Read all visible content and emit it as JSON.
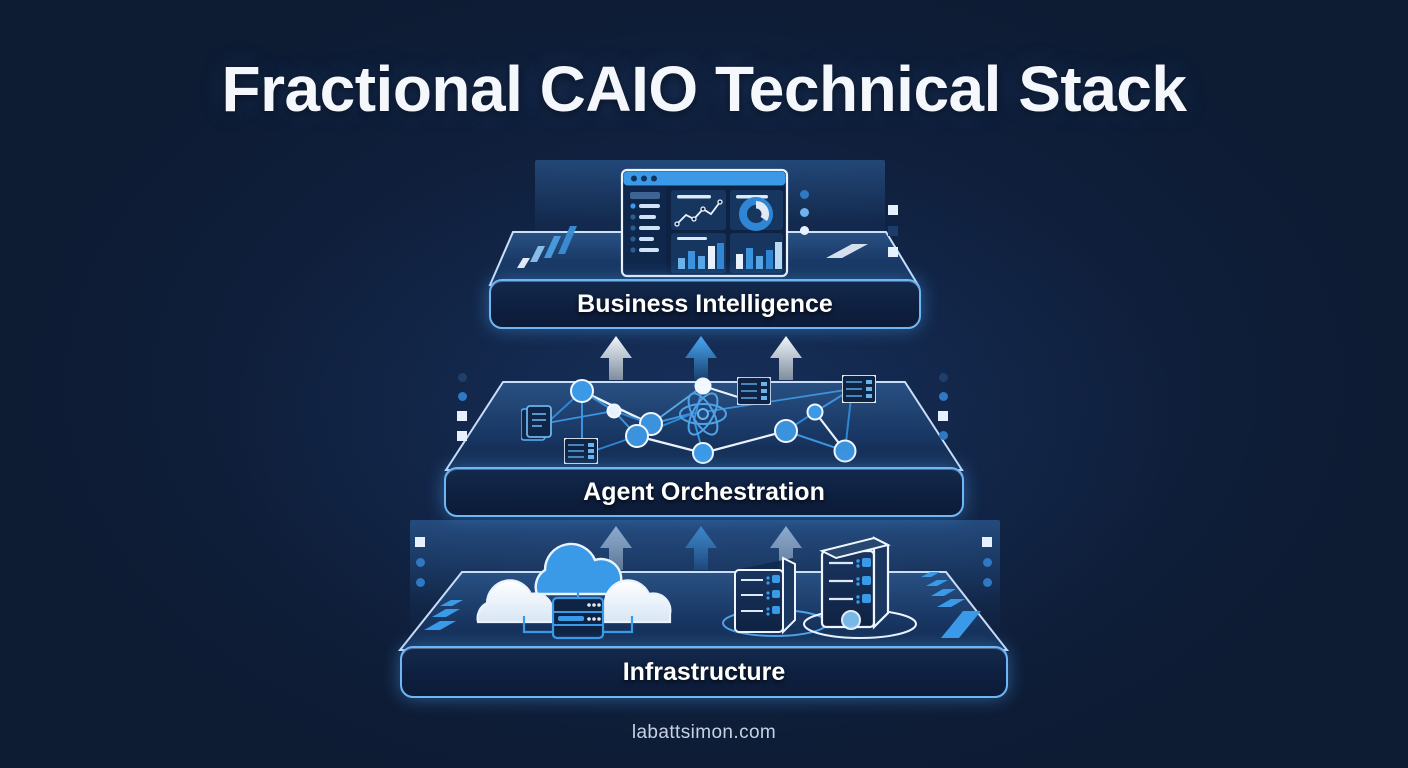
{
  "page": {
    "title": "Fractional CAIO Technical Stack",
    "footer": "labattsimon.com",
    "background_color": "#0d1b33",
    "accent_color": "#3b9ae8",
    "title_color": "#f4f7fc"
  },
  "diagram": {
    "type": "layered-stack",
    "orientation": "bottom-up",
    "layer_count": 3,
    "layers": [
      {
        "id": "business-intelligence",
        "label": "Business Intelligence",
        "position": "top",
        "icons": [
          "dashboard-window",
          "line-chart",
          "donut-chart",
          "bar-chart",
          "mini-bar-chart"
        ],
        "dashboard": {
          "titlebar_dots": 3,
          "sidebar_items": 5,
          "panels": [
            "line-chart",
            "donut-chart",
            "bar-chart",
            "bar-chart"
          ],
          "line_chart_points": [
            18,
            42,
            30,
            54,
            38,
            74,
            88
          ],
          "donut_chart_fraction": 0.72,
          "bar_chart_left": [
            30,
            52,
            38,
            74,
            90
          ],
          "bar_chart_right": [
            44,
            66,
            34,
            58,
            88
          ]
        },
        "mini_bars": [
          26,
          48,
          68,
          86
        ]
      },
      {
        "id": "agent-orchestration",
        "label": "Agent Orchestration",
        "position": "middle",
        "icons": [
          "network-graph",
          "document-stack-icon",
          "server-rack-icon",
          "atom-icon"
        ],
        "network": {
          "node_count": 11,
          "edge_count": 19,
          "server_racks": 3,
          "documents": 1,
          "atom": 1
        }
      },
      {
        "id": "infrastructure",
        "label": "Infrastructure",
        "position": "bottom",
        "icons": [
          "cloud-icon",
          "database-server-icon",
          "server-tower-icon"
        ],
        "infrastructure": {
          "clouds": 3,
          "server_towers": 2,
          "database_units": 1
        }
      }
    ],
    "connectors": {
      "count_between_layers": 3,
      "direction": "up",
      "style": [
        "white",
        "blue",
        "white"
      ]
    }
  },
  "decor": {
    "dot_columns": 4,
    "dot_colors": [
      "#1e3f6b",
      "#2f79c4",
      "#6fb3ec",
      "#e8f2ff"
    ],
    "square_color": "#e6f0ff"
  }
}
